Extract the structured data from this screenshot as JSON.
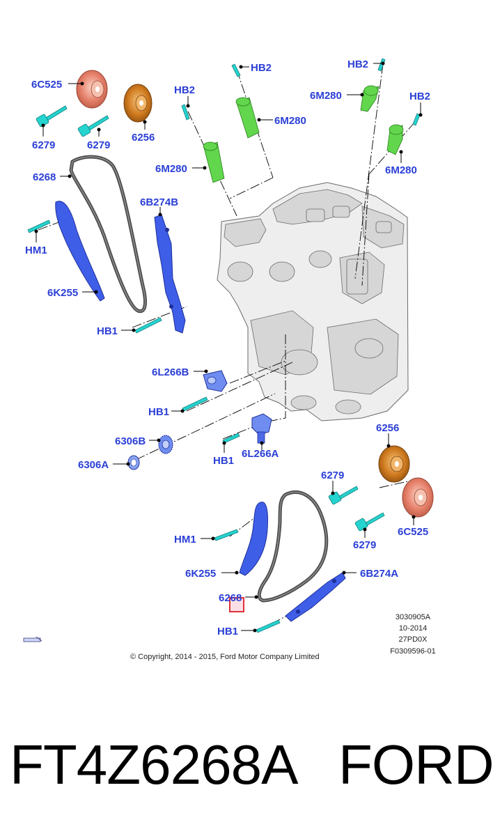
{
  "diagram": {
    "labels": {
      "cam_unit_top_left": "6C525",
      "bolt_top_left_a": "6279",
      "bolt_top_left_b": "6279",
      "cam_gear_top_left": "6256",
      "chain_top": "6268",
      "guide_right_top": "6B274B",
      "dowel_top": "HM1",
      "guide_left_top": "6K255",
      "bolt_hb1_top": "HB1",
      "hb2_a": "HB2",
      "hb2_b": "HB2",
      "hb2_c": "HB2",
      "hb2_d": "HB2",
      "valve_a": "6M280",
      "valve_b": "6M280",
      "valve_c": "6M280",
      "valve_d": "6M280",
      "tensioner_top": "6L266B",
      "bolt_hb1_mid": "HB1",
      "sprocket": "6306B",
      "washer": "6306A",
      "bolt_hb1_low": "HB1",
      "tensioner_low": "6L266A",
      "cam_gear_bottom": "6256",
      "bolt_bottom_a": "6279",
      "cam_unit_bottom": "6C525",
      "bolt_bottom_b": "6279",
      "dowel_bottom": "HM1",
      "guide_left_bottom": "6K255",
      "guide_right_bottom": "6B274A",
      "chain_bottom": "6268",
      "bolt_hb1_bottom": "HB1"
    },
    "meta": {
      "illustration_id": "3030905A",
      "date": "10-2014",
      "code": "27PD0X",
      "ref": "F0309596-01"
    },
    "copyright": "© Copyright, 2014 - 2015, Ford Motor Company Limited",
    "colors": {
      "label": "#2b3fd6",
      "bolt": "#25d3cf",
      "solenoid": "#62d64d",
      "guide": "#3f5ee8",
      "cam_unit": "#e6806a",
      "cam_gear": "#cf7a1e",
      "highlight": "#e0303a"
    }
  },
  "caption": {
    "part_number": "FT4Z6268A",
    "brand": "FORD"
  }
}
